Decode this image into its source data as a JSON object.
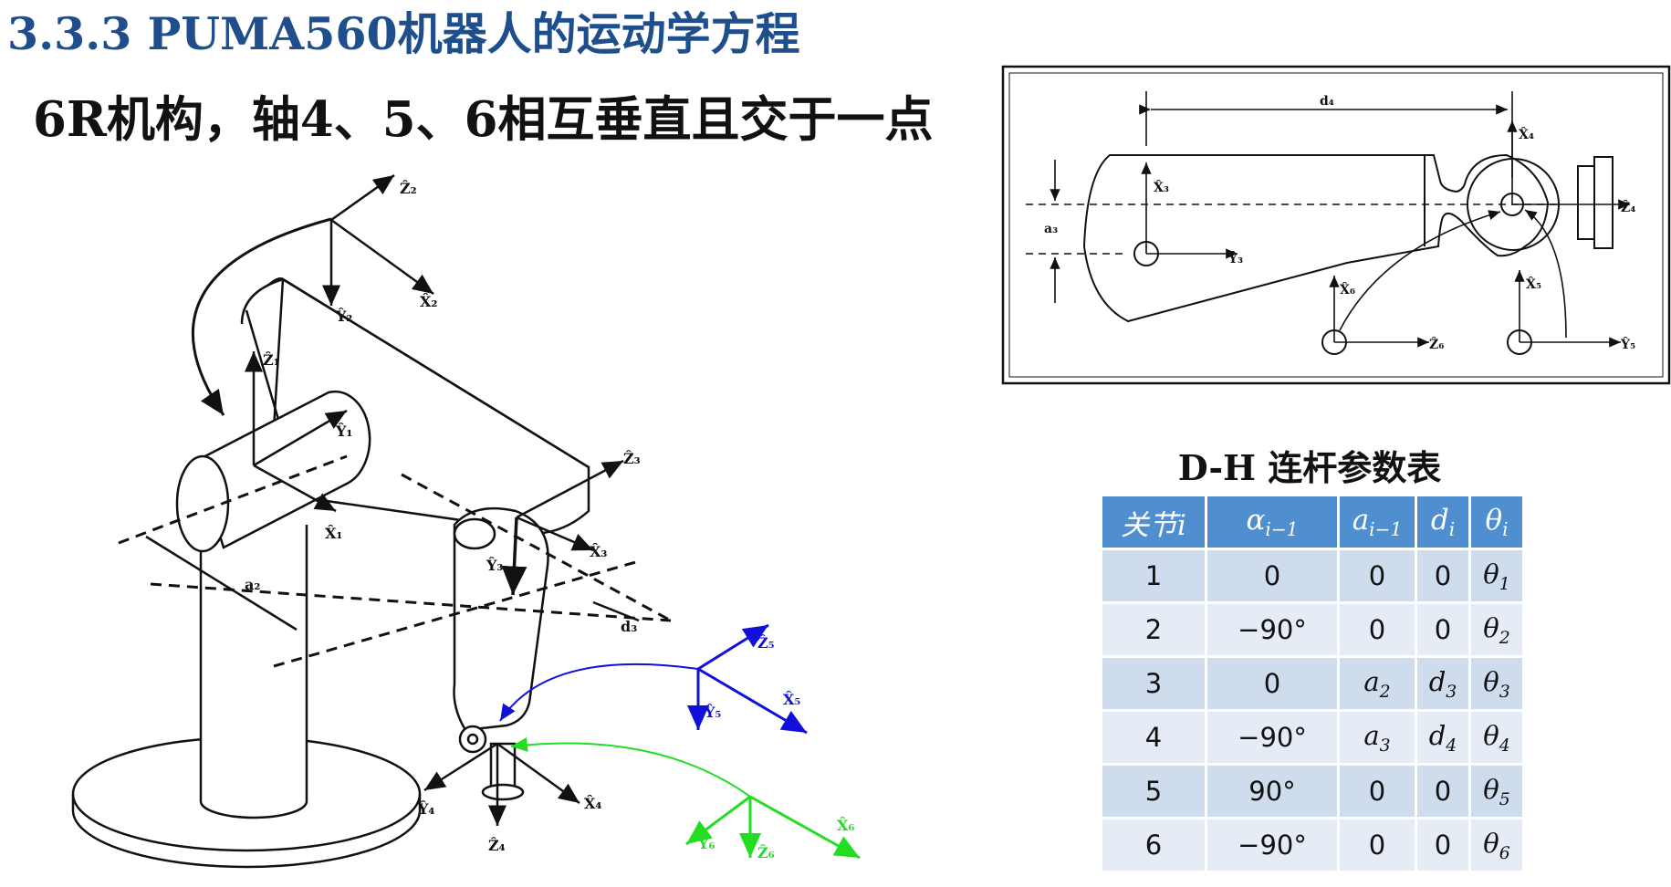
{
  "title": "3.3.3 PUMA560机器人的运动学方程",
  "subtitle": "6R机构，轴4、5、6相互垂直且交于一点",
  "robot_labels": {
    "z2": "Ẑ₂",
    "x2": "X̂₂",
    "y2": "Ŷ₂",
    "z1": "Ẑ₁",
    "y1": "Ŷ₁",
    "x1": "X̂₁",
    "z3": "Ẑ₃",
    "x3": "X̂₃",
    "y3": "Ŷ₃",
    "a2": "a₂",
    "d3": "d₃",
    "z5": "Ẑ₅",
    "y5": "Ŷ₅",
    "x5": "X̂₅",
    "y4": "Ŷ₄",
    "x4": "X̂₄",
    "z4": "Ẑ₄",
    "y6": "Ŷ₆",
    "z6": "Ẑ₆",
    "x6": "X̂₆"
  },
  "inset_labels": {
    "d4": "d₄",
    "x4": "X̂₄",
    "x3": "X̂₃",
    "a3": "a₃",
    "z4": "Ẑ₄",
    "y3": "Ŷ₃",
    "x6": "X̂₆",
    "x5": "X̂₅",
    "z6": "Ẑ₆",
    "y5": "Ŷ₅"
  },
  "colors": {
    "title": "#1f4e8c",
    "frame5": "#1010d8",
    "frame6": "#22dd22",
    "header": "#4f8fd0",
    "row_dark": "#cfdcee",
    "row_light": "#e6ecf6"
  },
  "dh_table": {
    "caption": "D-H 连杆参数表",
    "headers": [
      "关节i",
      "αi−1",
      "ai−1",
      "di",
      "θi"
    ],
    "rows": [
      [
        "1",
        "0",
        "0",
        "0",
        "θ1"
      ],
      [
        "2",
        "−90°",
        "0",
        "0",
        "θ2"
      ],
      [
        "3",
        "0",
        "a2",
        "d3",
        "θ3"
      ],
      [
        "4",
        "−90°",
        "a3",
        "d4",
        "θ4"
      ],
      [
        "5",
        "90°",
        "0",
        "0",
        "θ5"
      ],
      [
        "6",
        "−90°",
        "0",
        "0",
        "θ6"
      ]
    ]
  }
}
